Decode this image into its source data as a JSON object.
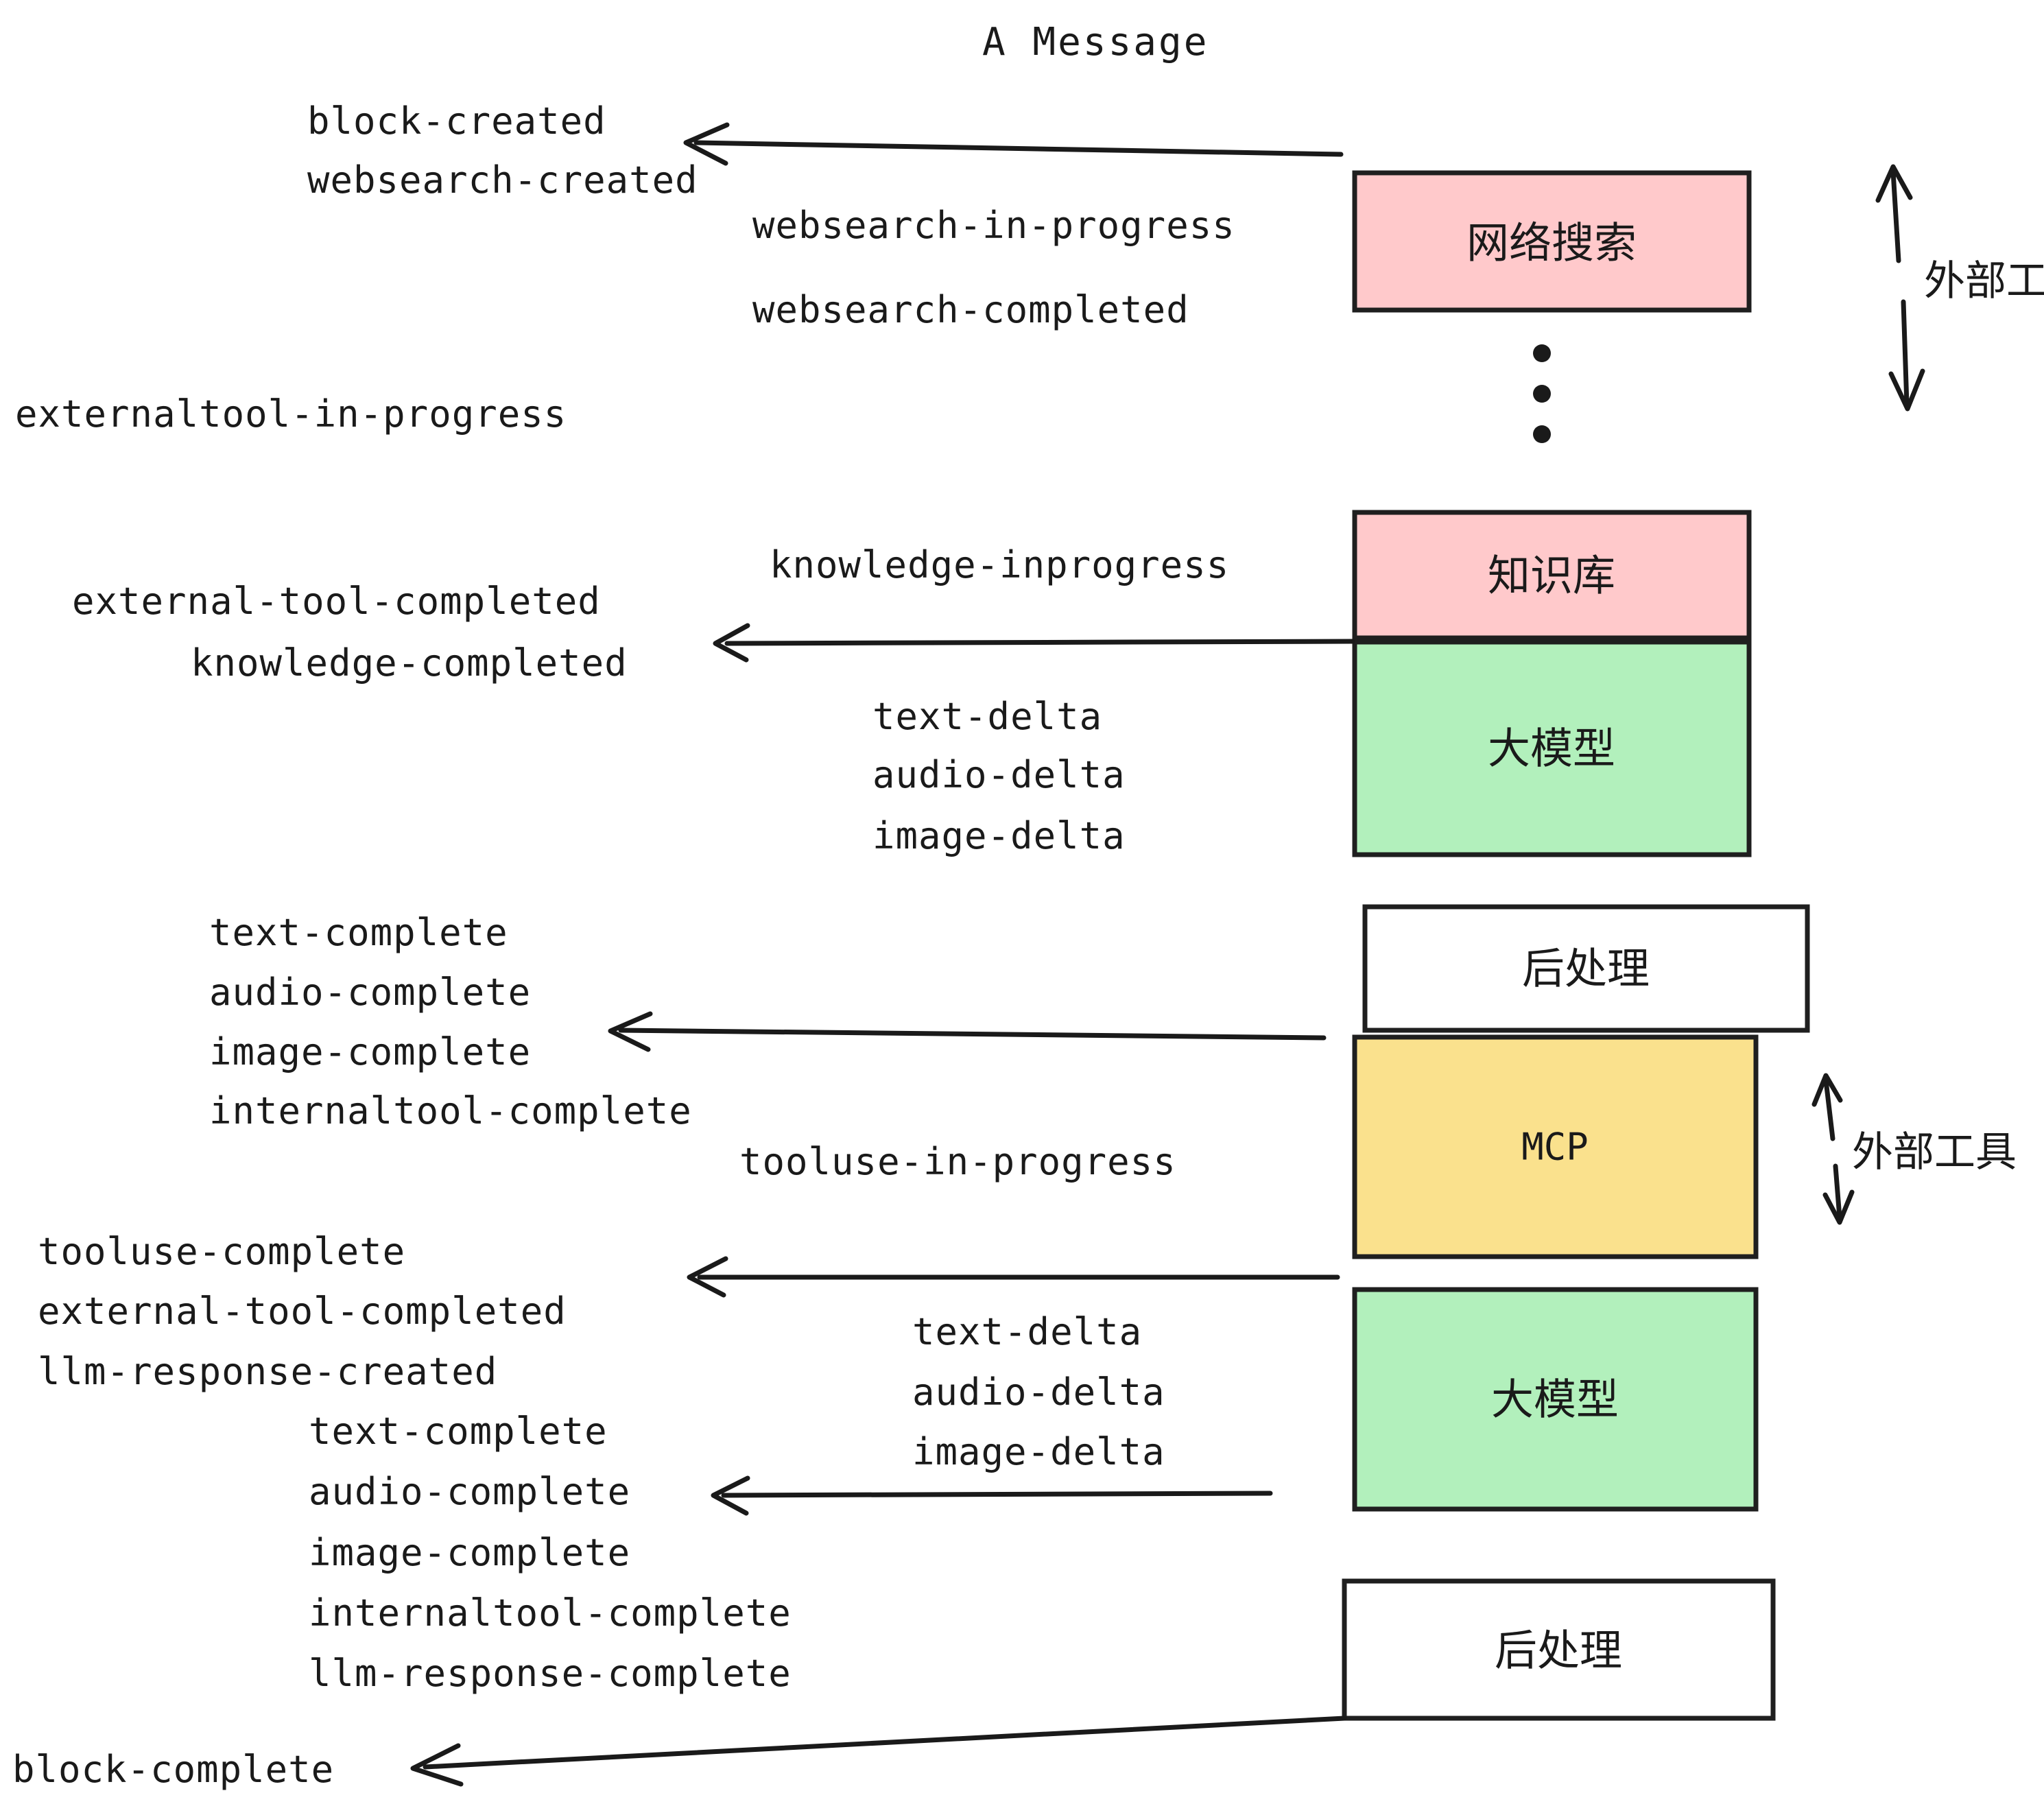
{
  "diagram": {
    "title": "A Message",
    "colors": {
      "pink": "#FFC9CB",
      "green": "#B2F0BC",
      "yellow": "#FAE18D",
      "white": "#FFFFFF",
      "stroke": "#1F1F1F",
      "text": "#1A1A1A",
      "background": "#FFFFFF"
    },
    "nodes": [
      {
        "id": "websearch",
        "label": "网络搜索",
        "fill": "#FFC9CB",
        "script": "cjk"
      },
      {
        "id": "knowledge",
        "label": "知识库",
        "fill": "#FFC9CB",
        "script": "cjk"
      },
      {
        "id": "llm-1",
        "label": "大模型",
        "fill": "#B2F0BC",
        "script": "cjk"
      },
      {
        "id": "postprocess-1",
        "label": "后处理",
        "fill": "#FFFFFF",
        "script": "cjk"
      },
      {
        "id": "mcp",
        "label": "MCP",
        "fill": "#FAE18D",
        "script": "latin"
      },
      {
        "id": "llm-2",
        "label": "大模型",
        "fill": "#B2F0BC",
        "script": "cjk"
      },
      {
        "id": "postprocess-2",
        "label": "后处理",
        "fill": "#FFFFFF",
        "script": "cjk"
      }
    ],
    "side_labels": [
      {
        "id": "external-tool-top",
        "label": "外部工具"
      },
      {
        "id": "external-tool-bottom",
        "label": "外部工具"
      }
    ],
    "events": [
      {
        "id": "block-created",
        "label": "block-created"
      },
      {
        "id": "websearch-created",
        "label": "websearch-created"
      },
      {
        "id": "websearch-in-progress",
        "label": "websearch-in-progress"
      },
      {
        "id": "websearch-completed",
        "label": "websearch-completed"
      },
      {
        "id": "externaltool-in-progress",
        "label": "externaltool-in-progress"
      },
      {
        "id": "knowledge-inprogress",
        "label": "knowledge-inprogress"
      },
      {
        "id": "external-tool-completed-1",
        "label": "external-tool-completed"
      },
      {
        "id": "knowledge-completed",
        "label": "knowledge-completed"
      },
      {
        "id": "text-delta-1",
        "label": "text-delta"
      },
      {
        "id": "audio-delta-1",
        "label": "audio-delta"
      },
      {
        "id": "image-delta-1",
        "label": "image-delta"
      },
      {
        "id": "text-complete-1",
        "label": "text-complete"
      },
      {
        "id": "audio-complete-1",
        "label": "audio-complete"
      },
      {
        "id": "image-complete-1",
        "label": "image-complete"
      },
      {
        "id": "internaltool-complete-1",
        "label": "internaltool-complete"
      },
      {
        "id": "tooluse-in-progress",
        "label": "tooluse-in-progress"
      },
      {
        "id": "tooluse-complete",
        "label": "tooluse-complete"
      },
      {
        "id": "external-tool-completed-2",
        "label": "external-tool-completed"
      },
      {
        "id": "llm-response-created",
        "label": "llm-response-created"
      },
      {
        "id": "text-delta-2",
        "label": "text-delta"
      },
      {
        "id": "audio-delta-2",
        "label": "audio-delta"
      },
      {
        "id": "image-delta-2",
        "label": "image-delta"
      },
      {
        "id": "text-complete-2",
        "label": "text-complete"
      },
      {
        "id": "audio-complete-2",
        "label": "audio-complete"
      },
      {
        "id": "image-complete-2",
        "label": "image-complete"
      },
      {
        "id": "internaltool-complete-2",
        "label": "internaltool-complete"
      },
      {
        "id": "llm-response-complete",
        "label": "llm-response-complete"
      },
      {
        "id": "block-complete",
        "label": "block-complete"
      }
    ]
  }
}
